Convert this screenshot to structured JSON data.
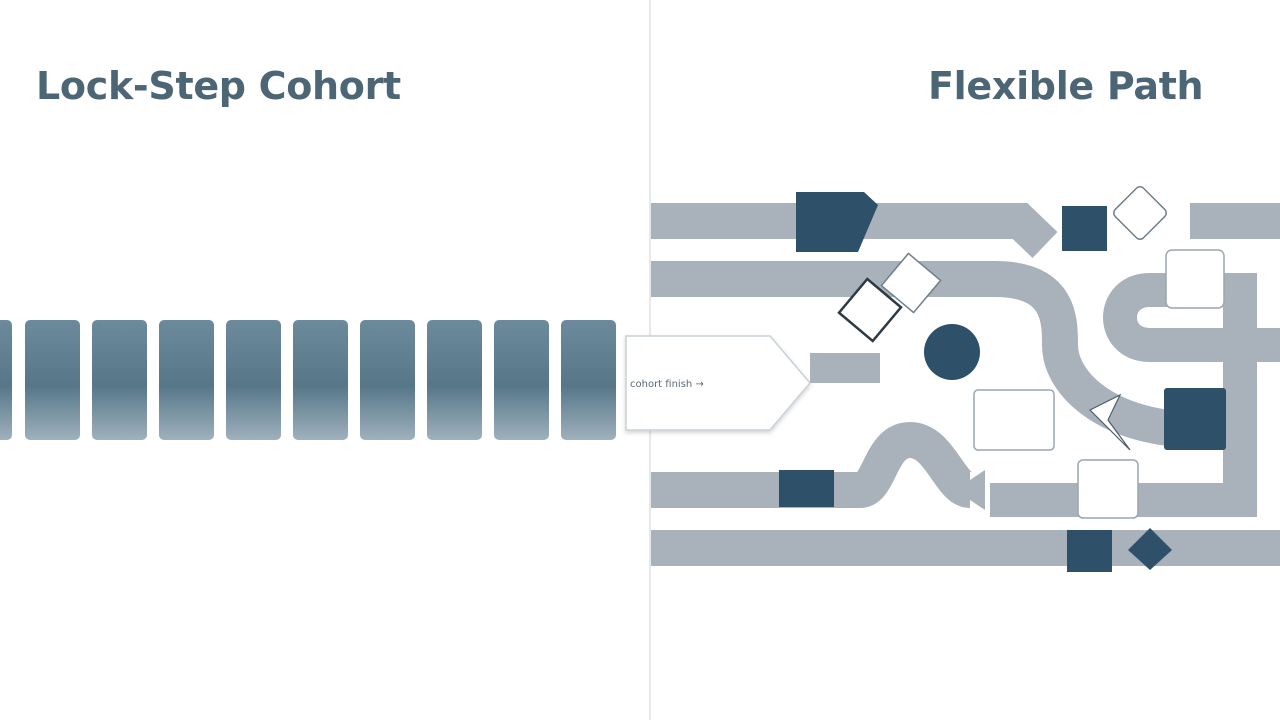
{
  "left_panel": {
    "title": "Lock-Step Cohort",
    "arrow_label": "cohort finish →"
  },
  "right_panel": {
    "title": "Flexible Path"
  },
  "colors": {
    "title": "#4d6676",
    "cohort_block": "#58798c",
    "dark_block": "#2e5068",
    "track": "#a9b2bb",
    "divider": "#e6e8ea"
  }
}
